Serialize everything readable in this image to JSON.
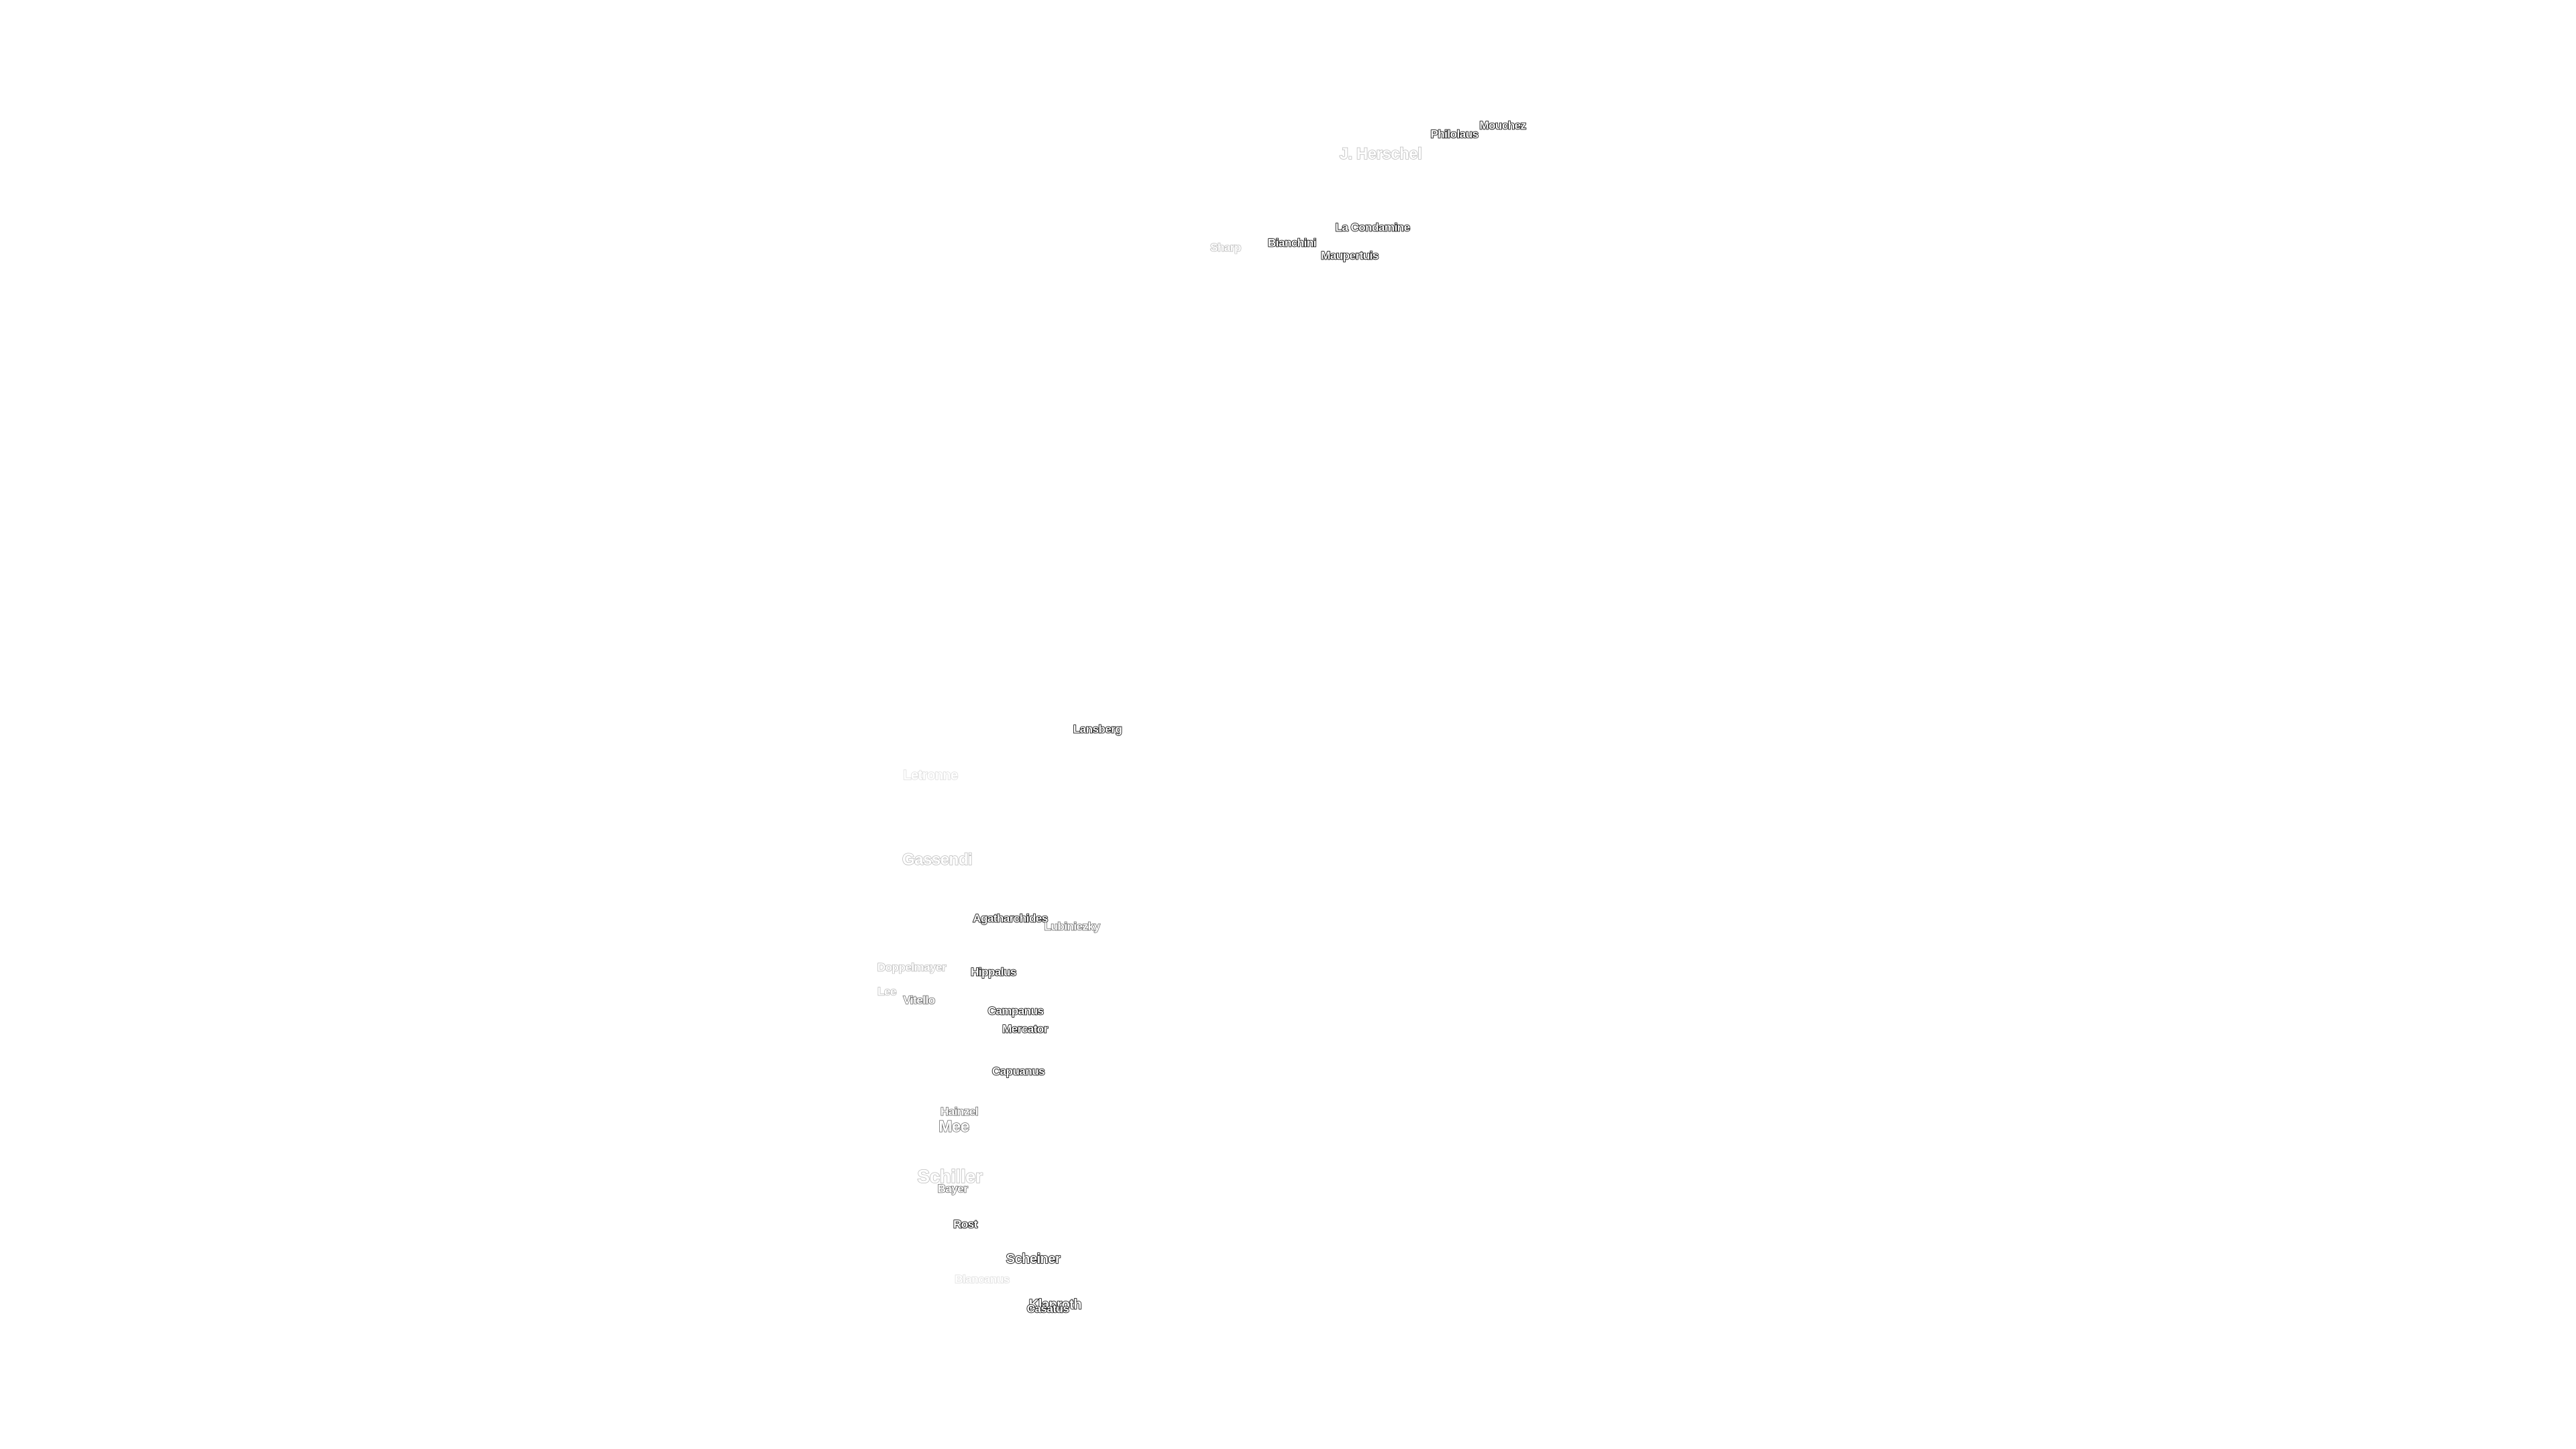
{
  "map": {
    "background": "#ffffff",
    "label_fill": "#ffffff",
    "label_stroke": "#000000",
    "craters": [
      {
        "key": "mouchez",
        "name": "Mouchez"
      },
      {
        "key": "philolaus",
        "name": "Philolaus"
      },
      {
        "key": "j-herschel",
        "name": "J. Herschel"
      },
      {
        "key": "la-condamine",
        "name": "La Condamine"
      },
      {
        "key": "bianchini",
        "name": "Bianchini"
      },
      {
        "key": "sharp",
        "name": "Sharp"
      },
      {
        "key": "maupertuis",
        "name": "Maupertuis"
      },
      {
        "key": "lansberg",
        "name": "Lansberg"
      },
      {
        "key": "letronne",
        "name": "Letronne"
      },
      {
        "key": "gassendi",
        "name": "Gassendi"
      },
      {
        "key": "agatharchides",
        "name": "Agatharchides"
      },
      {
        "key": "lubiniezky",
        "name": "Lubiniezky"
      },
      {
        "key": "doppelmayer",
        "name": "Doppelmayer"
      },
      {
        "key": "hippalus",
        "name": "Hippalus"
      },
      {
        "key": "lee",
        "name": "Lee"
      },
      {
        "key": "vitello",
        "name": "Vitello"
      },
      {
        "key": "campanus",
        "name": "Campanus"
      },
      {
        "key": "mercator",
        "name": "Mercator"
      },
      {
        "key": "capuanus",
        "name": "Capuanus"
      },
      {
        "key": "hainzel",
        "name": "Hainzel"
      },
      {
        "key": "mee",
        "name": "Mee"
      },
      {
        "key": "schiller",
        "name": "Schiller"
      },
      {
        "key": "bayer",
        "name": "Bayer"
      },
      {
        "key": "rost",
        "name": "Rost"
      },
      {
        "key": "scheiner",
        "name": "Scheiner"
      },
      {
        "key": "blancanus",
        "name": "Blancanus"
      },
      {
        "key": "klaproth",
        "name": "Klaproth"
      },
      {
        "key": "casatus",
        "name": "Casatus"
      }
    ]
  }
}
